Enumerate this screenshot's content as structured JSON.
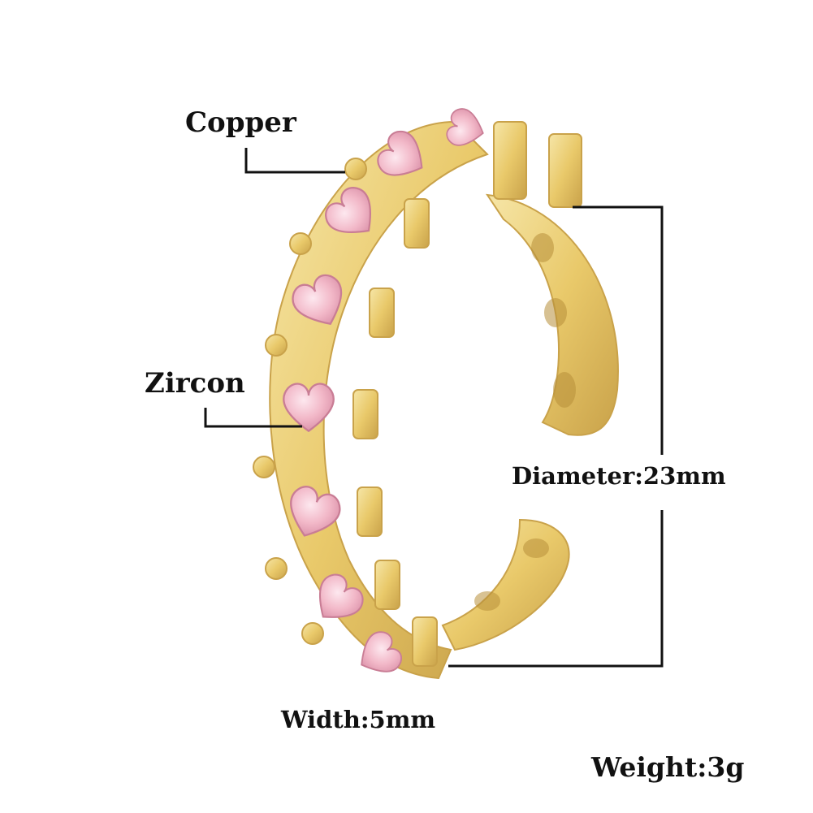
{
  "annotations": {
    "copper": "Copper",
    "zircon": "Zircon",
    "diameter": "Diameter:23mm",
    "width": "Width:5mm",
    "weight": "Weight:3g"
  },
  "colors": {
    "gold": "#e9c96a",
    "gold_dark": "#c9a24a",
    "gold_light": "#f6e6a8",
    "stone_pink": "#f2b8c8",
    "stone_light": "#fbdde6",
    "line": "#111111",
    "background": "#ffffff"
  }
}
